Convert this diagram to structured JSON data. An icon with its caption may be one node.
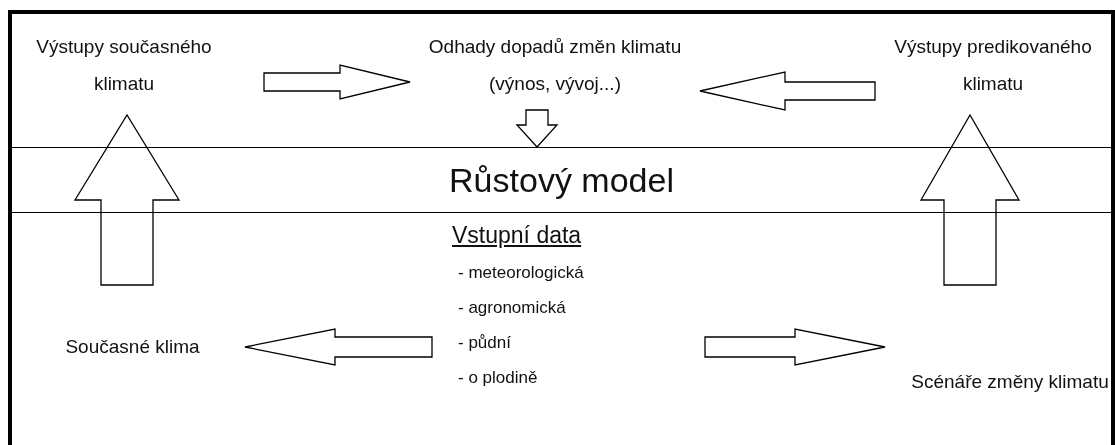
{
  "diagram": {
    "nodes": [
      {
        "text": [
          "Výstupy současného klimatu"
        ]
      },
      {
        "text": [
          "Odhady dopadů změn klimatu (výnos, vývoj...)"
        ]
      },
      {
        "text": [
          "Výstupy predikovaného klimatu"
        ]
      },
      {
        "text": [
          "Růstový model"
        ]
      },
      {
        "text": [
          "Vstupní data",
          "- meteorologická",
          "- agronomická",
          "- půdní",
          "- o plodině"
        ]
      },
      {
        "text": [
          "Současné klima"
        ]
      },
      {
        "text": [
          "Scénáře změny klimatu"
        ]
      }
    ],
    "edges": [
      {
        "from": 0,
        "to": 1,
        "arrow": "to"
      },
      {
        "from": 2,
        "to": 1,
        "arrow": "to"
      },
      {
        "from": 1,
        "to": 3,
        "arrow": "to"
      },
      {
        "from": 5,
        "to": 0,
        "arrow": "to"
      },
      {
        "from": 6,
        "to": 2,
        "arrow": "to"
      },
      {
        "from": 4,
        "to": 5,
        "arrow": "to"
      },
      {
        "from": 4,
        "to": 6,
        "arrow": "to"
      }
    ]
  }
}
